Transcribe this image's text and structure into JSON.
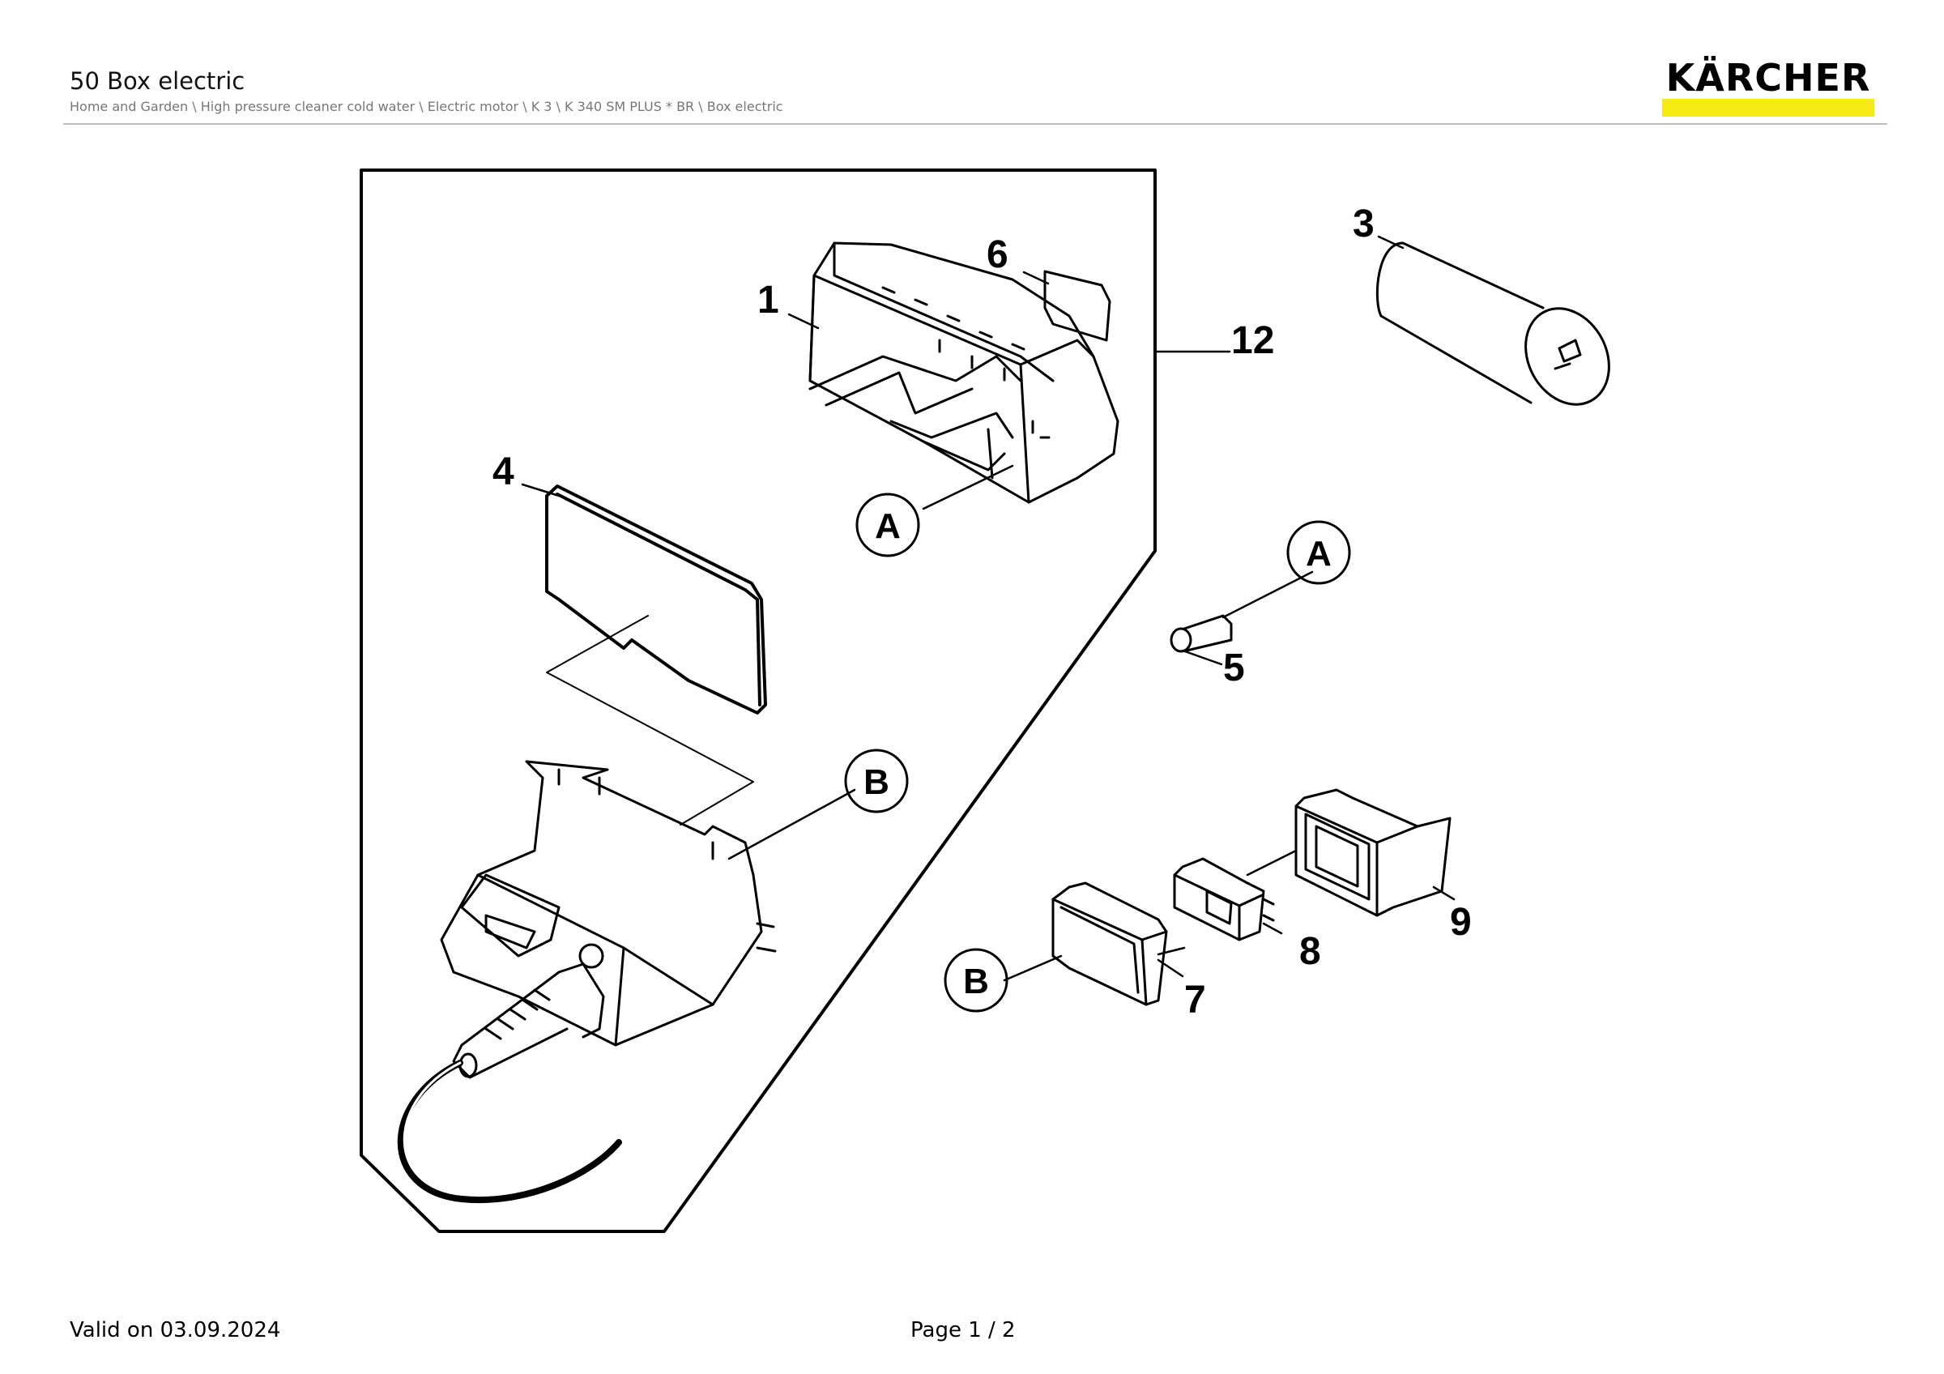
{
  "header": {
    "title": "50 Box electric",
    "breadcrumb": "Home and Garden \\ High pressure cleaner cold water \\ Electric motor \\ K 3 \\ K 340 SM PLUS * BR \\ Box electric"
  },
  "logo": {
    "text": "KÄRCHER",
    "accent_color": "#f5ea14"
  },
  "diagram": {
    "part_numbers": [
      "1",
      "3",
      "4",
      "5",
      "6",
      "7",
      "8",
      "9",
      "12"
    ],
    "reference_markers": [
      "A",
      "B"
    ]
  },
  "footer": {
    "valid_on": "Valid on 03.09.2024",
    "page": "Page 1 / 2"
  }
}
